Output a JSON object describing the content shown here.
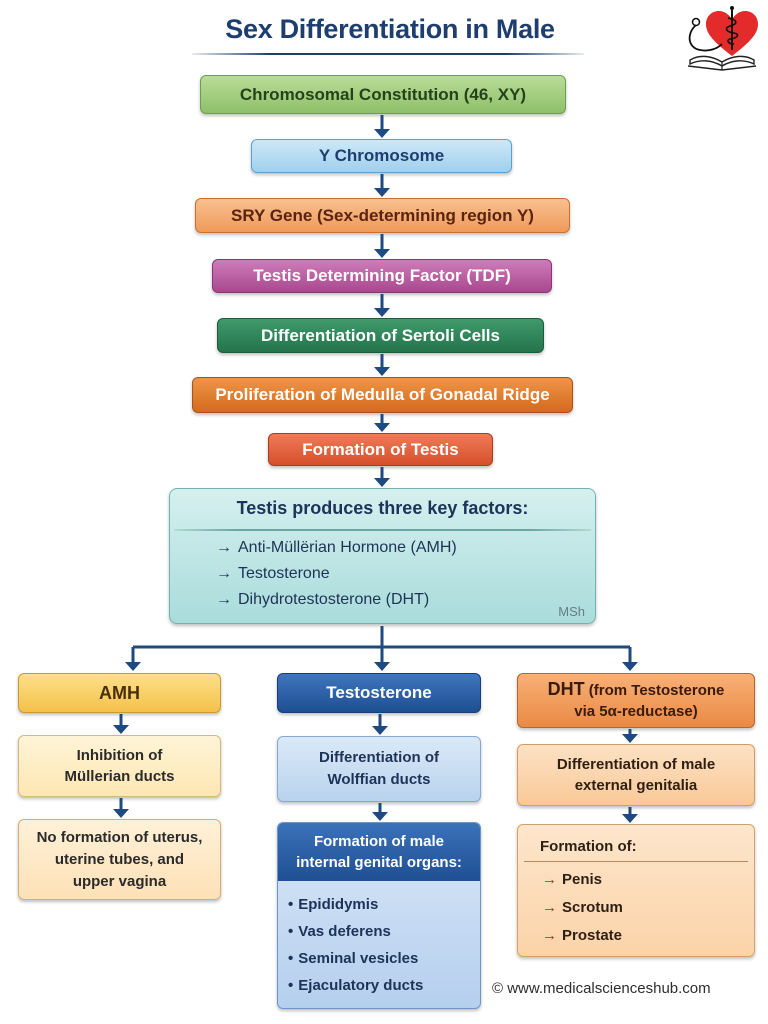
{
  "title": "Sex Differentiation in Male",
  "logo": {
    "icon": "heart-stethoscope-book-logo",
    "colors": {
      "heart": "#e32b2b",
      "book": "#222222"
    }
  },
  "chain": [
    {
      "id": "chrom",
      "label": "Chromosomal Constitution (46, XY)",
      "color": "#9ccc78"
    },
    {
      "id": "ychrom",
      "label": "Y Chromosome",
      "color": "#b4dcf3"
    },
    {
      "id": "sry",
      "label": "SRY Gene (Sex-determining region Y)",
      "color": "#f3ab72"
    },
    {
      "id": "tdf",
      "label": "Testis Determining Factor (TDF)",
      "color": "#bb5ea3"
    },
    {
      "id": "sertoli",
      "label": "Differentiation of Sertoli Cells",
      "color": "#2f8559"
    },
    {
      "id": "medulla",
      "label": "Proliferation of Medulla of Gonadal Ridge",
      "color": "#e07d30"
    },
    {
      "id": "testis",
      "label": "Formation of Testis",
      "color": "#e0633e"
    }
  ],
  "factors": {
    "heading": "Testis produces three key factors:",
    "arrow": "→",
    "items": [
      "Anti-Müllërian Hormone (AMH)",
      "Testosterone",
      "Dihydrotestosterone (DHT)"
    ],
    "watermark": "MSh"
  },
  "branches": {
    "amh": {
      "label": "AMH",
      "step1": [
        "Inhibition of",
        "Müllerian ducts"
      ],
      "step2": [
        "No formation of uterus,",
        "uterine tubes, and",
        "upper vagina"
      ]
    },
    "testosterone": {
      "label": "Testosterone",
      "step1": [
        "Differentiation of",
        "Wolffian ducts"
      ],
      "step2_heading": [
        "Formation of male",
        "internal genital organs:"
      ],
      "bullet": "•",
      "organs": [
        "Epididymis",
        "Vas deferens",
        "Seminal vesicles",
        "Ejaculatory ducts"
      ]
    },
    "dht": {
      "label_main": "DHT",
      "label_rest": "(from Testosterone",
      "label_line2": "via 5α-reductase)",
      "step1": [
        "Differentiation of male",
        "external genitalia"
      ],
      "step2_heading": "Formation of:",
      "arrow": "→",
      "organs": [
        "Penis",
        "Scrotum",
        "Prostate"
      ]
    }
  },
  "arrow_color": "#1d4a80",
  "copyright": "© www.medicalscienceshub.com"
}
